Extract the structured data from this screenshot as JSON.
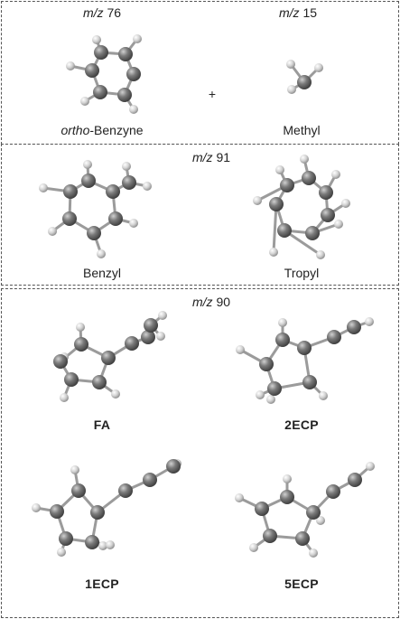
{
  "panels": {
    "top": {
      "mz_left": {
        "prefix": "m/z",
        "value": "76"
      },
      "mz_right": {
        "prefix": "m/z",
        "value": "15"
      },
      "plus": "+",
      "left_label": {
        "italic": "ortho",
        "rest": "-Benzyne"
      },
      "right_label": "Methyl"
    },
    "middle": {
      "mz": {
        "prefix": "m/z",
        "value": "91"
      },
      "left_label": "Benzyl",
      "right_label": "Tropyl"
    },
    "bottom": {
      "mz": {
        "prefix": "m/z",
        "value": "90"
      },
      "labels": [
        "FA",
        "2ECP",
        "1ECP",
        "5ECP"
      ]
    }
  },
  "colors": {
    "carbon": "#6f6f6f",
    "hydrogen": "#d8d8d8",
    "bond": "#9b9b9b",
    "border": "#555555"
  }
}
